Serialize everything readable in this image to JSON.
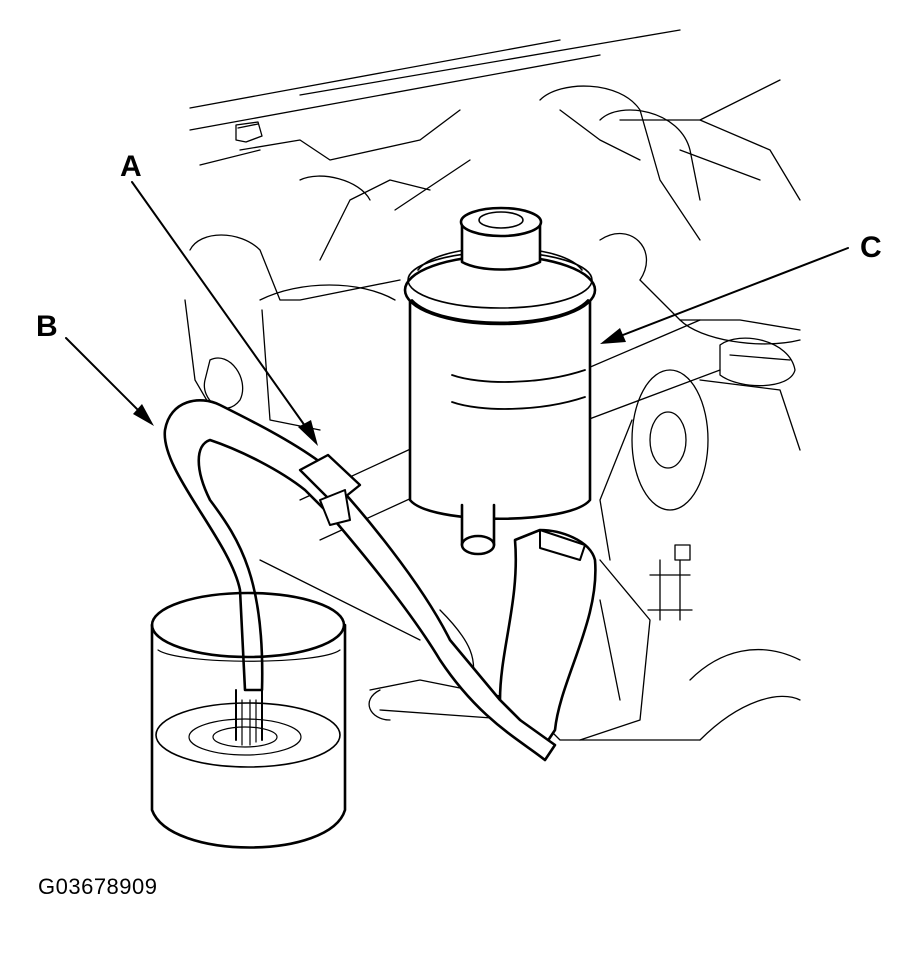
{
  "figure": {
    "labels": {
      "a": "A",
      "b": "B",
      "c": "C"
    },
    "figure_code": "G03678909"
  },
  "colors": {
    "line": "#000000",
    "background": "#ffffff"
  }
}
